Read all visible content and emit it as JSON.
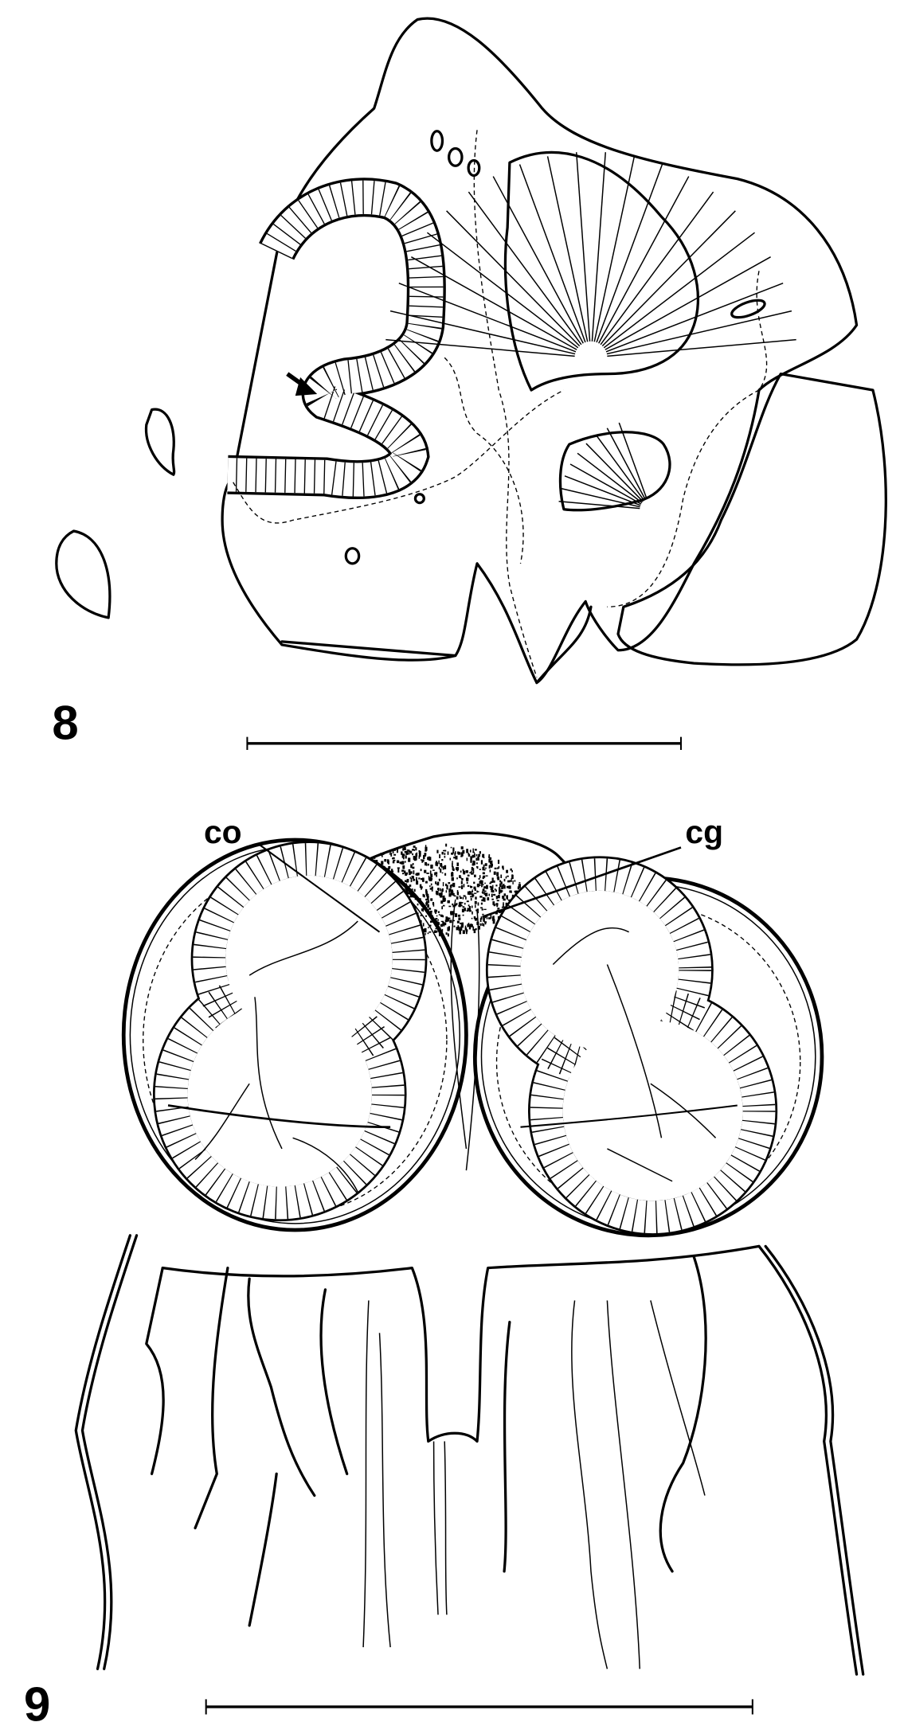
{
  "figures": [
    {
      "number": "8",
      "annotations": []
    },
    {
      "number": "9",
      "annotations": [
        {
          "text": "co"
        },
        {
          "text": "cg"
        }
      ]
    }
  ],
  "colors": {
    "ink": "#000000",
    "paper": "#ffffff"
  }
}
